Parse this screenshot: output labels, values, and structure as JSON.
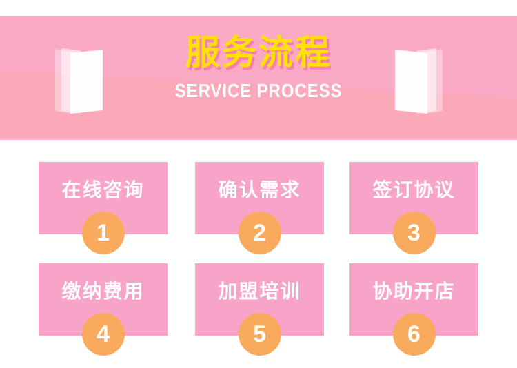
{
  "banner": {
    "title": "服务流程",
    "subtitle": "SERVICE PROCESS",
    "colors": {
      "bg_top": "#f9a9c6",
      "bg_bottom": "#fba8ba",
      "title_color": "#ffe103",
      "title_shadow": "#f77fae",
      "subtitle_color": "#ffffff"
    }
  },
  "steps": [
    {
      "label": "在线咨询",
      "number": "1"
    },
    {
      "label": "确认需求",
      "number": "2"
    },
    {
      "label": "签订协议",
      "number": "3"
    },
    {
      "label": "缴纳费用",
      "number": "4"
    },
    {
      "label": "加盟培训",
      "number": "5"
    },
    {
      "label": "协助开店",
      "number": "6"
    }
  ],
  "step_colors": {
    "card_bg": "#f8a3c8",
    "badge_bg": "#f9aa5d",
    "text": "#ffffff"
  }
}
